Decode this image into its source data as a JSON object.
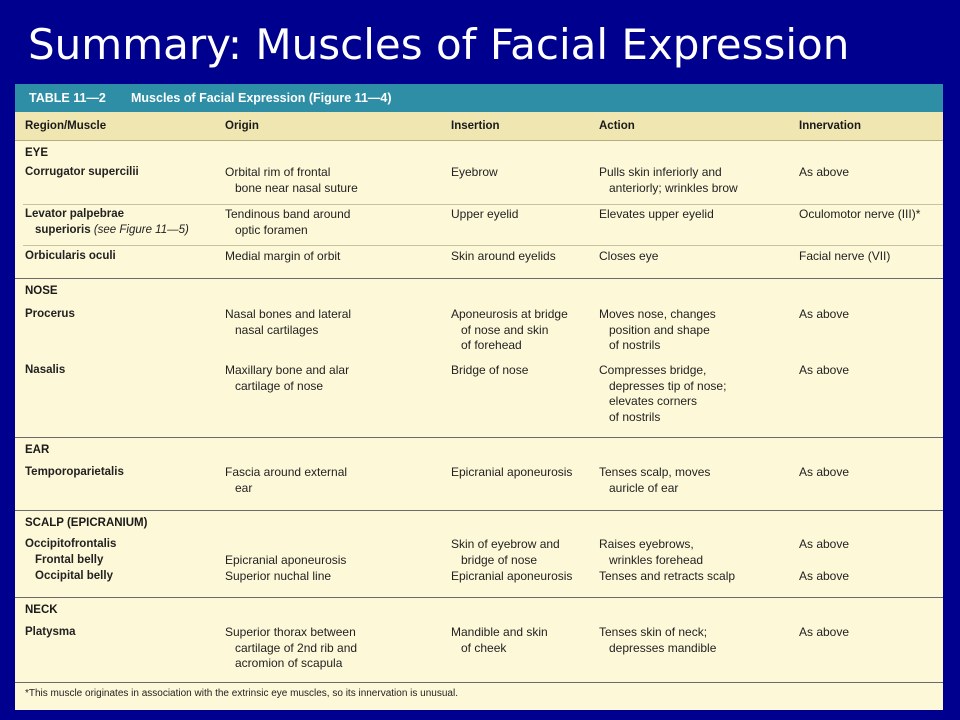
{
  "slide_title": "Summary: Muscles of Facial Expression",
  "table": {
    "number": "TABLE 11—2",
    "title": "Muscles of Facial Expression (Figure 11—4)",
    "columns": [
      "Region/Muscle",
      "Origin",
      "Insertion",
      "Action",
      "Innervation"
    ],
    "sections": {
      "eye": "EYE",
      "nose": "NOSE",
      "ear": "EAR",
      "scalp": "SCALP (EPICRANIUM)",
      "neck": "NECK"
    },
    "rows": {
      "corrugator": {
        "muscle": "Corrugator supercilii",
        "origin": [
          "Orbital rim of frontal",
          "bone near nasal suture"
        ],
        "insertion": [
          "Eyebrow"
        ],
        "action": [
          "Pulls skin inferiorly and",
          "anteriorly; wrinkles brow"
        ],
        "innervation": "As above"
      },
      "levator": {
        "muscle": [
          "Levator palpebrae",
          "superioris"
        ],
        "muscle_ref": "(see Figure 11—5)",
        "origin": [
          "Tendinous band around",
          "optic foramen"
        ],
        "insertion": [
          "Upper eyelid"
        ],
        "action": [
          "Elevates upper eyelid"
        ],
        "innervation": "Oculomotor nerve (III)*"
      },
      "orbicularis": {
        "muscle": "Orbicularis oculi",
        "origin": [
          "Medial margin of orbit"
        ],
        "insertion": [
          "Skin around eyelids"
        ],
        "action": [
          "Closes eye"
        ],
        "innervation": "Facial nerve (VII)"
      },
      "procerus": {
        "muscle": "Procerus",
        "origin": [
          "Nasal bones and lateral",
          "nasal cartilages"
        ],
        "insertion": [
          "Aponeurosis at bridge",
          "of nose and skin",
          "of forehead"
        ],
        "action": [
          "Moves nose, changes",
          "position and shape",
          "of nostrils"
        ],
        "innervation": "As above"
      },
      "nasalis": {
        "muscle": "Nasalis",
        "origin": [
          "Maxillary bone and alar",
          "cartilage of nose"
        ],
        "insertion": [
          "Bridge of nose"
        ],
        "action": [
          "Compresses bridge,",
          "depresses tip of nose;",
          "elevates corners",
          "of nostrils"
        ],
        "innervation": "As above"
      },
      "temporoparietalis": {
        "muscle": "Temporoparietalis",
        "origin": [
          "Fascia around external",
          "ear"
        ],
        "insertion": [
          "Epicranial aponeurosis"
        ],
        "action": [
          "Tenses scalp, moves",
          "auricle of ear"
        ],
        "innervation": "As above"
      },
      "occipitofrontalis": {
        "muscle": "Occipitofrontalis",
        "frontal": {
          "muscle": "Frontal belly",
          "origin": "Epicranial aponeurosis",
          "insertion": [
            "Skin of eyebrow and",
            "bridge of nose"
          ],
          "action": [
            "Raises eyebrows,",
            "wrinkles forehead"
          ],
          "innervation": "As above"
        },
        "occipital": {
          "muscle": "Occipital belly",
          "origin": "Superior nuchal line",
          "insertion": "Epicranial aponeurosis",
          "action": "Tenses and retracts scalp",
          "innervation": "As above"
        }
      },
      "platysma": {
        "muscle": "Platysma",
        "origin": [
          "Superior thorax between",
          "cartilage of 2nd rib and",
          "acromion of scapula"
        ],
        "insertion": [
          "Mandible and skin",
          "of cheek"
        ],
        "action": [
          "Tenses skin of neck;",
          "depresses mandible"
        ],
        "innervation": "As above"
      }
    },
    "footnote": "*This muscle originates in association with the extrinsic eye muscles, so its innervation is unusual."
  }
}
